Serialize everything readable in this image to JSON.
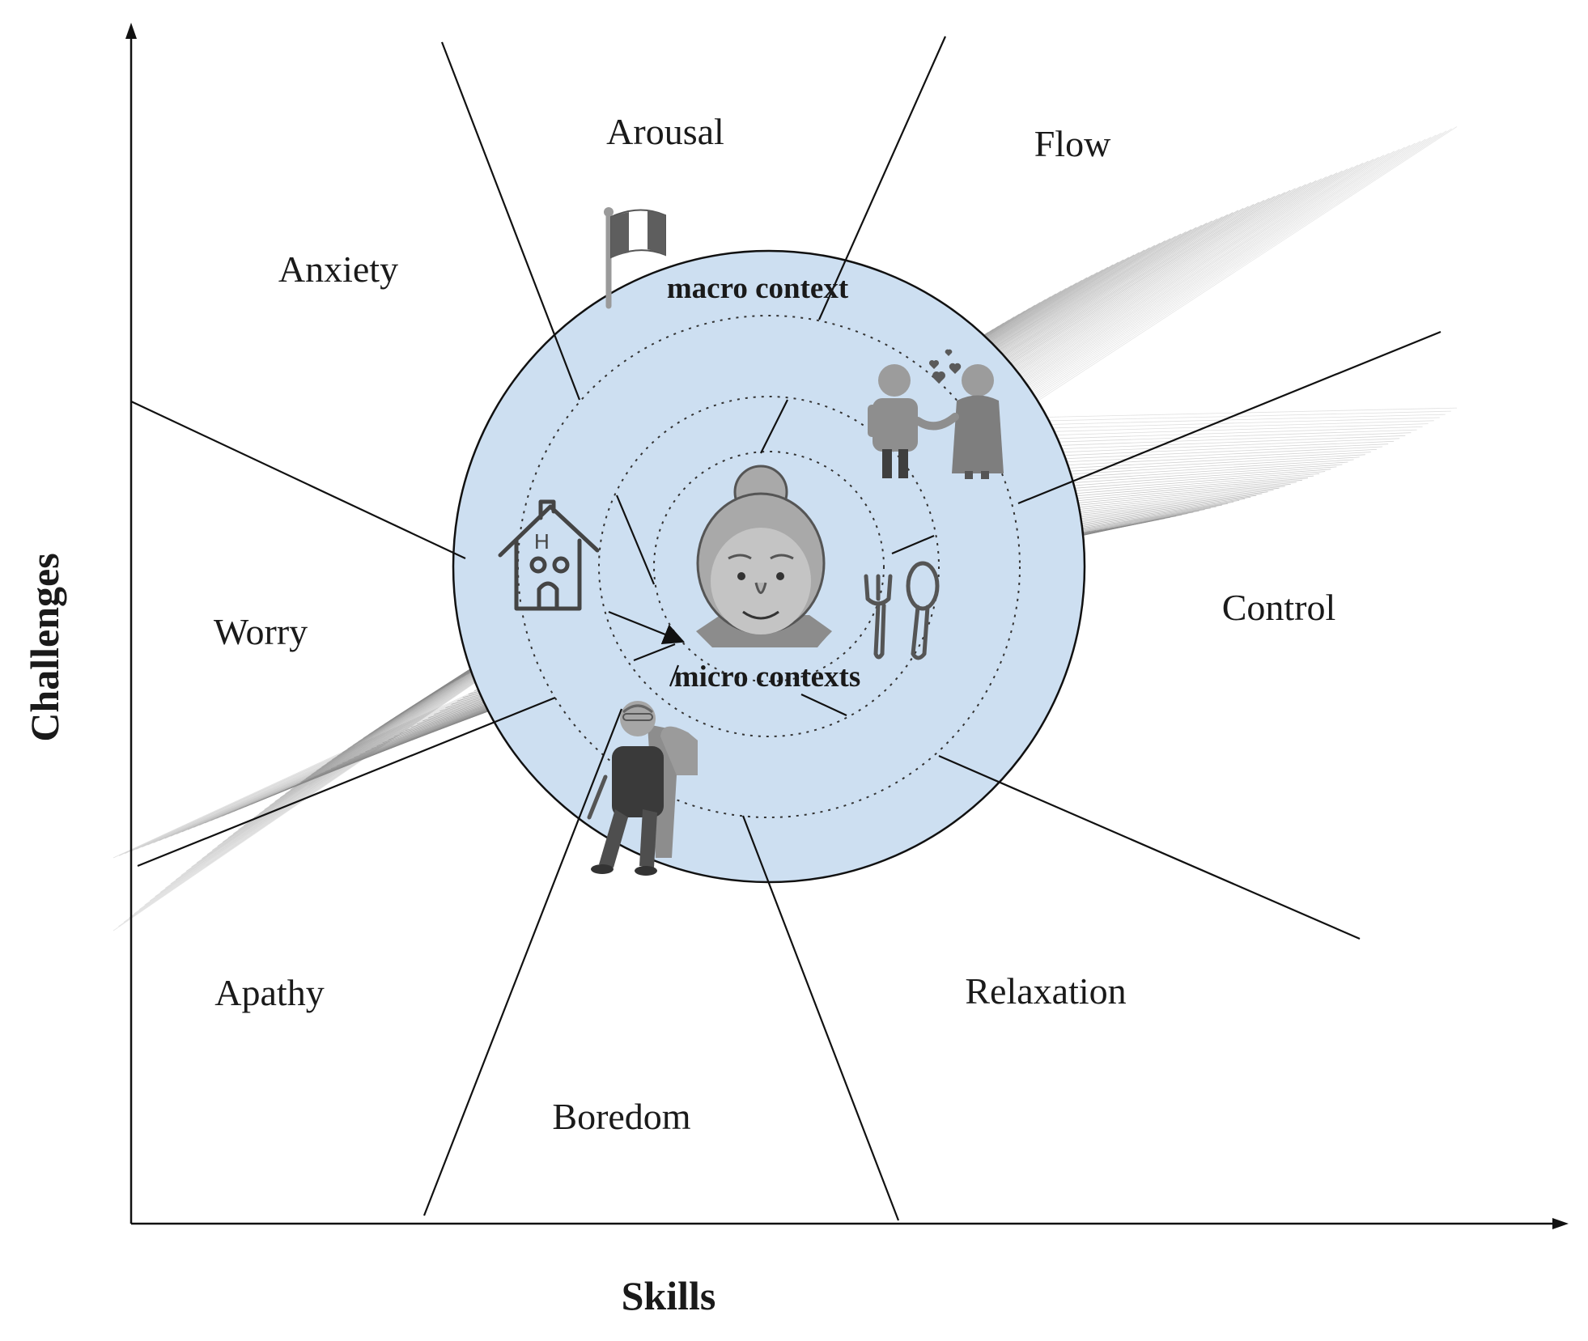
{
  "axes": {
    "y_title": "Challenges",
    "x_title": "Skills"
  },
  "zones": {
    "arousal": "Arousal",
    "flow": "Flow",
    "anxiety": "Anxiety",
    "control": "Control",
    "worry": "Worry",
    "apathy": "Apathy",
    "relaxation": "Relaxation",
    "boredom": "Boredom"
  },
  "contexts": {
    "macro": "macro context",
    "micro": "micro contexts"
  },
  "icons": [
    "flag-icon",
    "couple-icon",
    "house-icon",
    "elderly-woman-face-icon",
    "fork-spoon-icon",
    "elderly-man-armchair-icon"
  ],
  "colors": {
    "circle_fill": "#cddff1",
    "line": "#111111",
    "ribbon": "#888888",
    "icon_gray": "#8c8c8c"
  }
}
